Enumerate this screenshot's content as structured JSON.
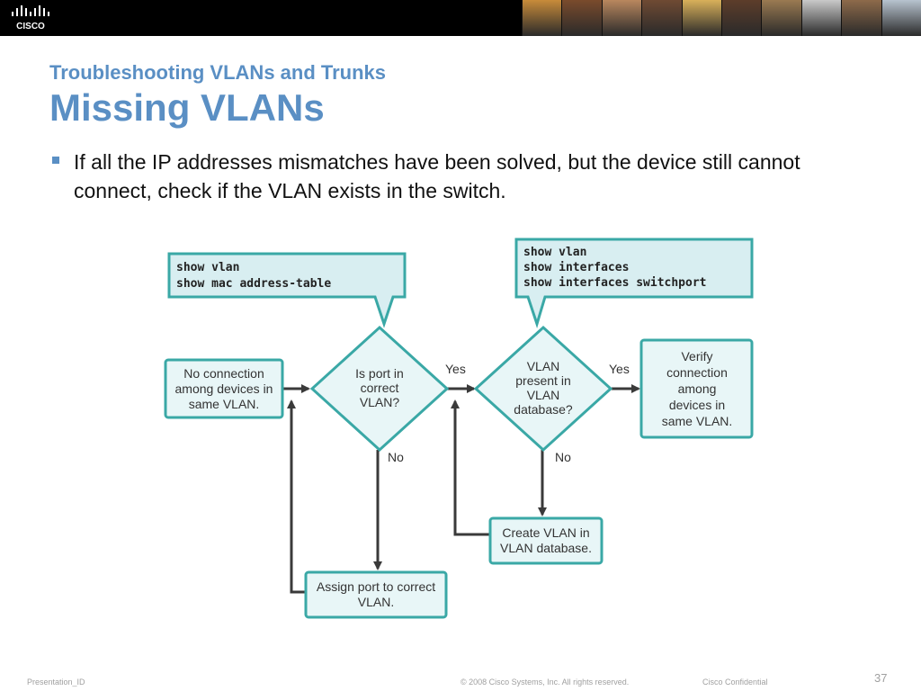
{
  "header": {
    "logo_text": "CISCO",
    "brand_color": "#000000",
    "photo_colors": [
      "#c88b3a",
      "#7a4b2c",
      "#b9875e",
      "#6f4a33",
      "#d9b05a",
      "#5d3d2a",
      "#9a7a52",
      "#c9c9c9",
      "#8d6a4a",
      "#b7c3cf"
    ]
  },
  "slide": {
    "subtitle": "Troubleshooting VLANs and Trunks",
    "title": "Missing VLANs",
    "bullet": "If all the IP addresses mismatches have been solved, but the device still cannot connect, check if the VLAN exists in the switch.",
    "accent_color": "#5a8fc4"
  },
  "diagram": {
    "callout_left": {
      "lines": [
        "show vlan",
        "show mac address-table"
      ]
    },
    "callout_right": {
      "lines": [
        "show vlan",
        "show interfaces",
        "show interfaces switchport"
      ]
    },
    "start_box": {
      "lines": [
        "No connection",
        "among devices in",
        "same VLAN."
      ]
    },
    "decision_port": {
      "lines": [
        "Is port in",
        "correct",
        "VLAN?"
      ]
    },
    "decision_vlan": {
      "lines": [
        "VLAN",
        "present in",
        "VLAN",
        "database?"
      ]
    },
    "verify_box": {
      "lines": [
        "Verify",
        "connection",
        "among",
        "devices in",
        "same VLAN."
      ]
    },
    "create_box": {
      "lines": [
        "Create VLAN in",
        "VLAN database."
      ]
    },
    "assign_box": {
      "lines": [
        "Assign port to correct",
        "VLAN."
      ]
    },
    "labels": {
      "yes_1": "Yes",
      "yes_2": "Yes",
      "no_1": "No",
      "no_2": "No"
    },
    "colors": {
      "teal_border": "#3aa8a6",
      "box_fill": "#e8f6f7",
      "callout_fill": "#d8eef1",
      "arrow": "#3a3a3a"
    }
  },
  "footer": {
    "presentation_id": "Presentation_ID",
    "copyright": "© 2008 Cisco Systems, Inc. All rights reserved.",
    "confidential": "Cisco Confidential",
    "page_number": "37"
  }
}
